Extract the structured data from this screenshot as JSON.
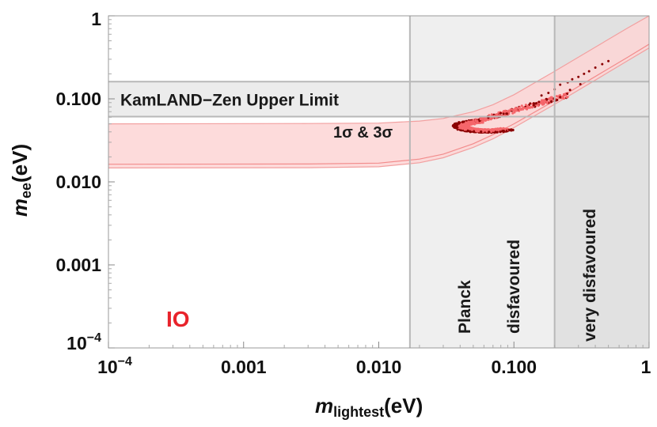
{
  "chart_data": {
    "type": "scatter",
    "x_scale": "log",
    "y_scale": "log",
    "xlim": [
      0.0001,
      1
    ],
    "ylim": [
      0.0001,
      1
    ],
    "x_ticks": [
      {
        "value": 0.0001,
        "base": "10",
        "exp": "−4"
      },
      {
        "value": 0.001,
        "label": "0.001"
      },
      {
        "value": 0.01,
        "label": "0.010"
      },
      {
        "value": 0.1,
        "label": "0.100"
      },
      {
        "value": 1,
        "label": "1"
      }
    ],
    "y_ticks": [
      {
        "value": 0.0001,
        "base": "10",
        "exp": "−4"
      },
      {
        "value": 0.001,
        "label": "0.001"
      },
      {
        "value": 0.01,
        "label": "0.010"
      },
      {
        "value": 0.1,
        "label": "0.100"
      },
      {
        "value": 1,
        "label": "1"
      }
    ],
    "xlabel": {
      "main": "m",
      "sub": "lightest",
      "unit": "(eV)"
    },
    "ylabel": {
      "main": "m",
      "sub": "ee",
      "unit": "(eV)"
    },
    "grid": false,
    "regions": {
      "planck": {
        "x_from": 0.017,
        "x_to": 1,
        "label_1": "Planck",
        "label_2": "disfavoured",
        "color": "#efefef"
      },
      "very": {
        "x_from": 0.2,
        "x_to": 1,
        "label": "very disfavoured",
        "color": "#e1e1e1"
      },
      "kamland": {
        "y_from": 0.061,
        "y_to": 0.161,
        "label": "KamLAND−Zen Upper Limit",
        "color": "#e6e6e6"
      }
    },
    "band_3sigma": {
      "name": "3σ",
      "color": "#fdd5d5",
      "upper": [
        [
          0.0001,
          0.05
        ],
        [
          0.003,
          0.0505
        ],
        [
          0.01,
          0.051
        ],
        [
          0.02,
          0.054
        ],
        [
          0.03,
          0.058
        ],
        [
          0.05,
          0.07
        ],
        [
          0.07,
          0.085
        ],
        [
          0.1,
          0.112
        ],
        [
          0.2,
          0.215
        ],
        [
          0.4,
          0.42
        ],
        [
          0.7,
          0.72
        ],
        [
          1,
          1.0
        ]
      ],
      "lower": [
        [
          0.0001,
          0.0147
        ],
        [
          0.003,
          0.0148
        ],
        [
          0.01,
          0.0152
        ],
        [
          0.02,
          0.017
        ],
        [
          0.03,
          0.0195
        ],
        [
          0.05,
          0.026
        ],
        [
          0.07,
          0.033
        ],
        [
          0.1,
          0.045
        ],
        [
          0.2,
          0.086
        ],
        [
          0.4,
          0.168
        ],
        [
          0.7,
          0.29
        ],
        [
          1,
          0.41
        ]
      ]
    },
    "band_1sigma_lower": {
      "name": "1σ",
      "color": "#f28c8c",
      "points": [
        [
          0.0001,
          0.0163
        ],
        [
          0.003,
          0.0164
        ],
        [
          0.01,
          0.0168
        ],
        [
          0.02,
          0.0188
        ],
        [
          0.03,
          0.0216
        ],
        [
          0.05,
          0.0288
        ],
        [
          0.07,
          0.037
        ],
        [
          0.1,
          0.05
        ],
        [
          0.2,
          0.095
        ],
        [
          0.4,
          0.186
        ],
        [
          0.7,
          0.32
        ],
        [
          1,
          0.455
        ]
      ]
    },
    "band_label": "1σ & 3σ",
    "scatter": {
      "color_inner": "#f5666b",
      "color_outer": "#8b0000",
      "arc": {
        "center_x": 0.063,
        "center_y": 0.047,
        "a_x": 0.24,
        "a_y": 0.075,
        "upper_arm_to_x": 0.25
      },
      "stray_points": [
        [
          0.16,
          0.11
        ],
        [
          0.18,
          0.118
        ],
        [
          0.2,
          0.13
        ],
        [
          0.22,
          0.148
        ],
        [
          0.25,
          0.158
        ],
        [
          0.27,
          0.172
        ],
        [
          0.3,
          0.184
        ],
        [
          0.33,
          0.2
        ],
        [
          0.36,
          0.215
        ],
        [
          0.4,
          0.238
        ],
        [
          0.45,
          0.262
        ],
        [
          0.5,
          0.285
        ],
        [
          0.22,
          0.105
        ],
        [
          0.26,
          0.128
        ],
        [
          0.31,
          0.15
        ]
      ]
    },
    "annotation": {
      "text": "IO",
      "color": "#e8232b"
    }
  }
}
